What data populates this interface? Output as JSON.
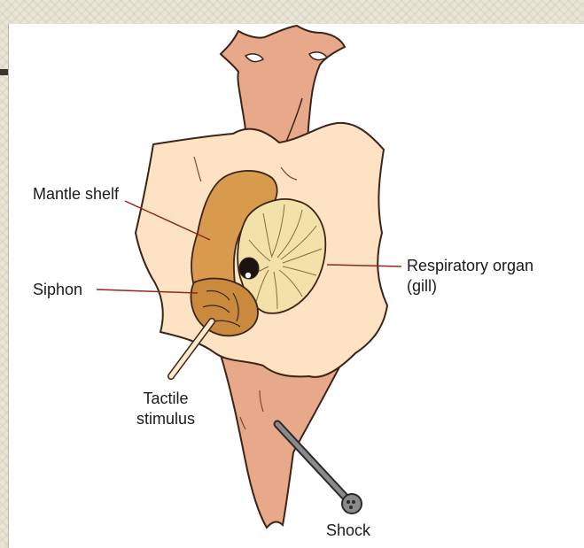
{
  "labels": {
    "mantle_shelf": "Mantle shelf",
    "siphon": "Siphon",
    "respiratory_organ_line1": "Respiratory organ",
    "respiratory_organ_line2": "(gill)",
    "tactile_line1": "Tactile",
    "tactile_line2": "stimulus",
    "shock": "Shock"
  },
  "colors": {
    "background": "#e9e5d7",
    "body": "#e8a88a",
    "parapodia": "#fde2c4",
    "mantle": "#d89a4c",
    "gill": "#f2e1a8",
    "siphon": "#c98a3e",
    "outline": "#3b2418",
    "label_line": "#8c2a1a"
  }
}
